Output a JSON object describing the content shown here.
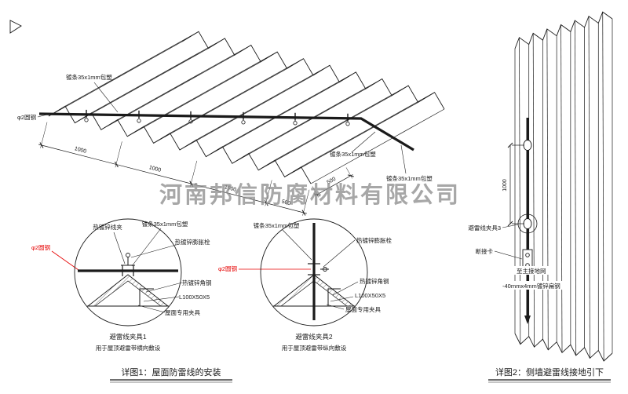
{
  "watermark": "河南邦信防腐材料有限公司",
  "colors": {
    "line": "#1a1a1a",
    "red": "#e60000",
    "watermark": "#8f8f8f"
  },
  "main_view": {
    "labels": {
      "strip": "镀条35x1mm包塑",
      "round_steel": "φ2圆钢"
    },
    "dims": {
      "d1": "1000",
      "d2": "1000",
      "d3": "1000",
      "d4": "500",
      "d5": "500"
    }
  },
  "detail1": {
    "labels": {
      "wire_clamp": "热镀锌线夹",
      "strip": "镀条35x1mm包塑",
      "expansion_bolt": "热镀锌膨胀栓",
      "round_steel": "φ2圆钢",
      "angle_steel": "热镀锌角钢",
      "angle_spec": "L100X50X5",
      "roof_clamp": "屋面专用夹具"
    },
    "title": "避雷线夹具1",
    "subtitle": "用于屋顶避雷带横向敷设"
  },
  "detail2": {
    "labels": {
      "strip": "镀条35x1mm包塑",
      "expansion_bolt": "热镀锌膨胀栓",
      "round_steel": "φ2圆钢",
      "angle_steel": "热镀锌角钢",
      "angle_spec": "L100X50X5",
      "roof_clamp": "屋面专用夹具"
    },
    "title": "避雷线夹具2",
    "subtitle": "用于屋顶避雷带纵向敷设"
  },
  "wall_view": {
    "labels": {
      "clamp3": "避雷线夹具3",
      "disconnect": "断接卡",
      "to_ground": "至主接地网",
      "flat_steel": "-40mmx4mm镀锌扁钢"
    },
    "dimension": "1000"
  },
  "captions": {
    "detail1": "详图1：屋面防雷线的安装",
    "detail2": "详图2：侧墙避雷线接地引下"
  }
}
